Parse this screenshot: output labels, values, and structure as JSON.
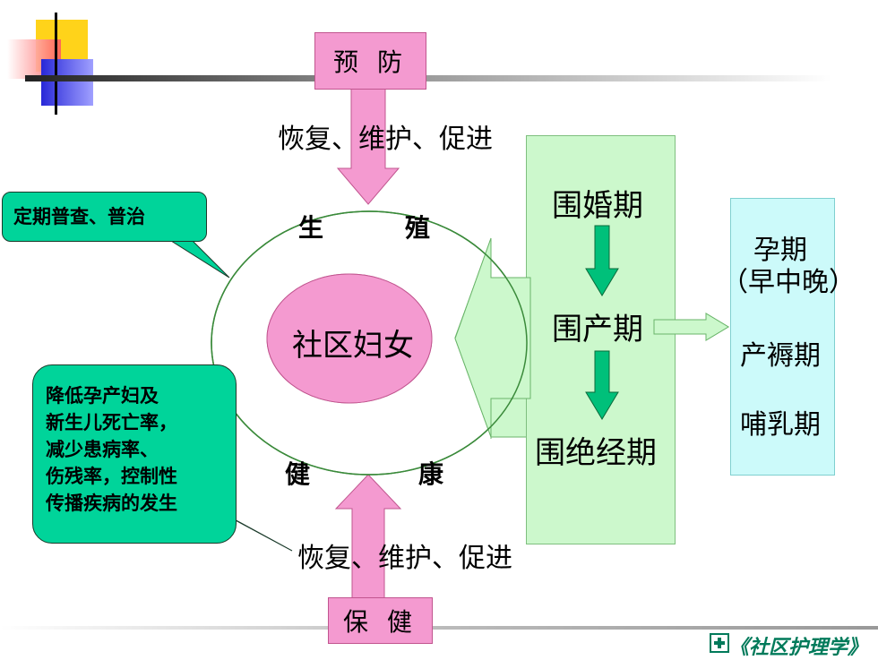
{
  "top_box": {
    "label": "预 防"
  },
  "bottom_box": {
    "label": "保 健"
  },
  "top_caption": "恢复、维护、促进",
  "bottom_caption": "恢复、维护、促进",
  "ellipse_labels": {
    "reproduction_1": "生",
    "reproduction_2": "殖",
    "health_1": "健",
    "health_2": "康"
  },
  "center": "社区妇女",
  "callout_top": "定期普查、普治",
  "callout_bottom": [
    "降低孕产妇及",
    "新生儿死亡率，",
    "减少患病率、",
    "伤残率，控制性",
    "传播疾病的发生"
  ],
  "stages": [
    "围婚期",
    "围产期",
    "围绝经期"
  ],
  "periods": [
    "孕期",
    "（早中晚）",
    "产褥期",
    "哺乳期"
  ],
  "footer": "《社区护理学》",
  "colors": {
    "pink": "#f49ad0",
    "green_box": "#ccf8cc",
    "cyan_box": "#ccfafa",
    "callout": "#00d49a",
    "arrow_green": "#00c07a"
  }
}
